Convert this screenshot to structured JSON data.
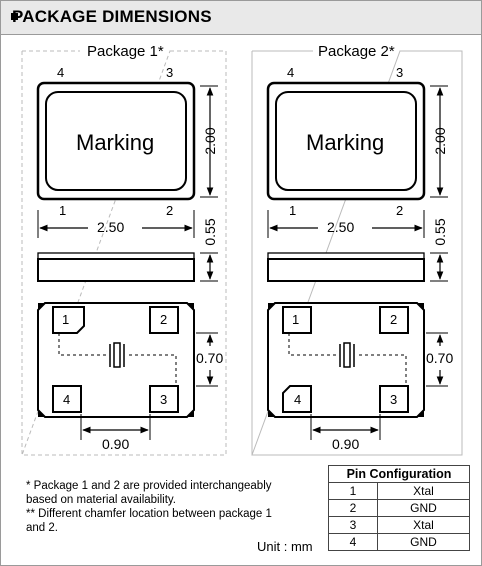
{
  "title": "PACKAGE DIMENSIONS",
  "packages": [
    {
      "name": "Package 1*",
      "marking": "Marking",
      "pins_top": [
        "4",
        "3"
      ],
      "pins_bottom": [
        "1",
        "2"
      ],
      "pad_labels": [
        "1",
        "2",
        "4",
        "3"
      ],
      "dim_width": "2.50",
      "dim_height": "2.00",
      "dim_thickness": "0.55",
      "dim_pad_v": "0.70",
      "dim_pad_h": "0.90"
    },
    {
      "name": "Package 2*",
      "marking": "Marking",
      "pins_top": [
        "4",
        "3"
      ],
      "pins_bottom": [
        "1",
        "2"
      ],
      "pad_labels": [
        "1",
        "2",
        "4",
        "3"
      ],
      "dim_width": "2.50",
      "dim_height": "2.00",
      "dim_thickness": "0.55",
      "dim_pad_v": "0.70",
      "dim_pad_h": "0.90"
    }
  ],
  "notes": {
    "line1": "* Package 1 and 2 are provided interchangeably",
    "line2": "based on material availability.",
    "line3": "** Different chamfer location between package 1",
    "line4": "and 2.",
    "unit": "Unit : mm"
  },
  "pin_table": {
    "header": "Pin Configuration",
    "rows": [
      {
        "pin": "1",
        "function": "Xtal"
      },
      {
        "pin": "2",
        "function": "GND"
      },
      {
        "pin": "3",
        "function": "Xtal"
      },
      {
        "pin": "4",
        "function": "GND"
      }
    ]
  }
}
